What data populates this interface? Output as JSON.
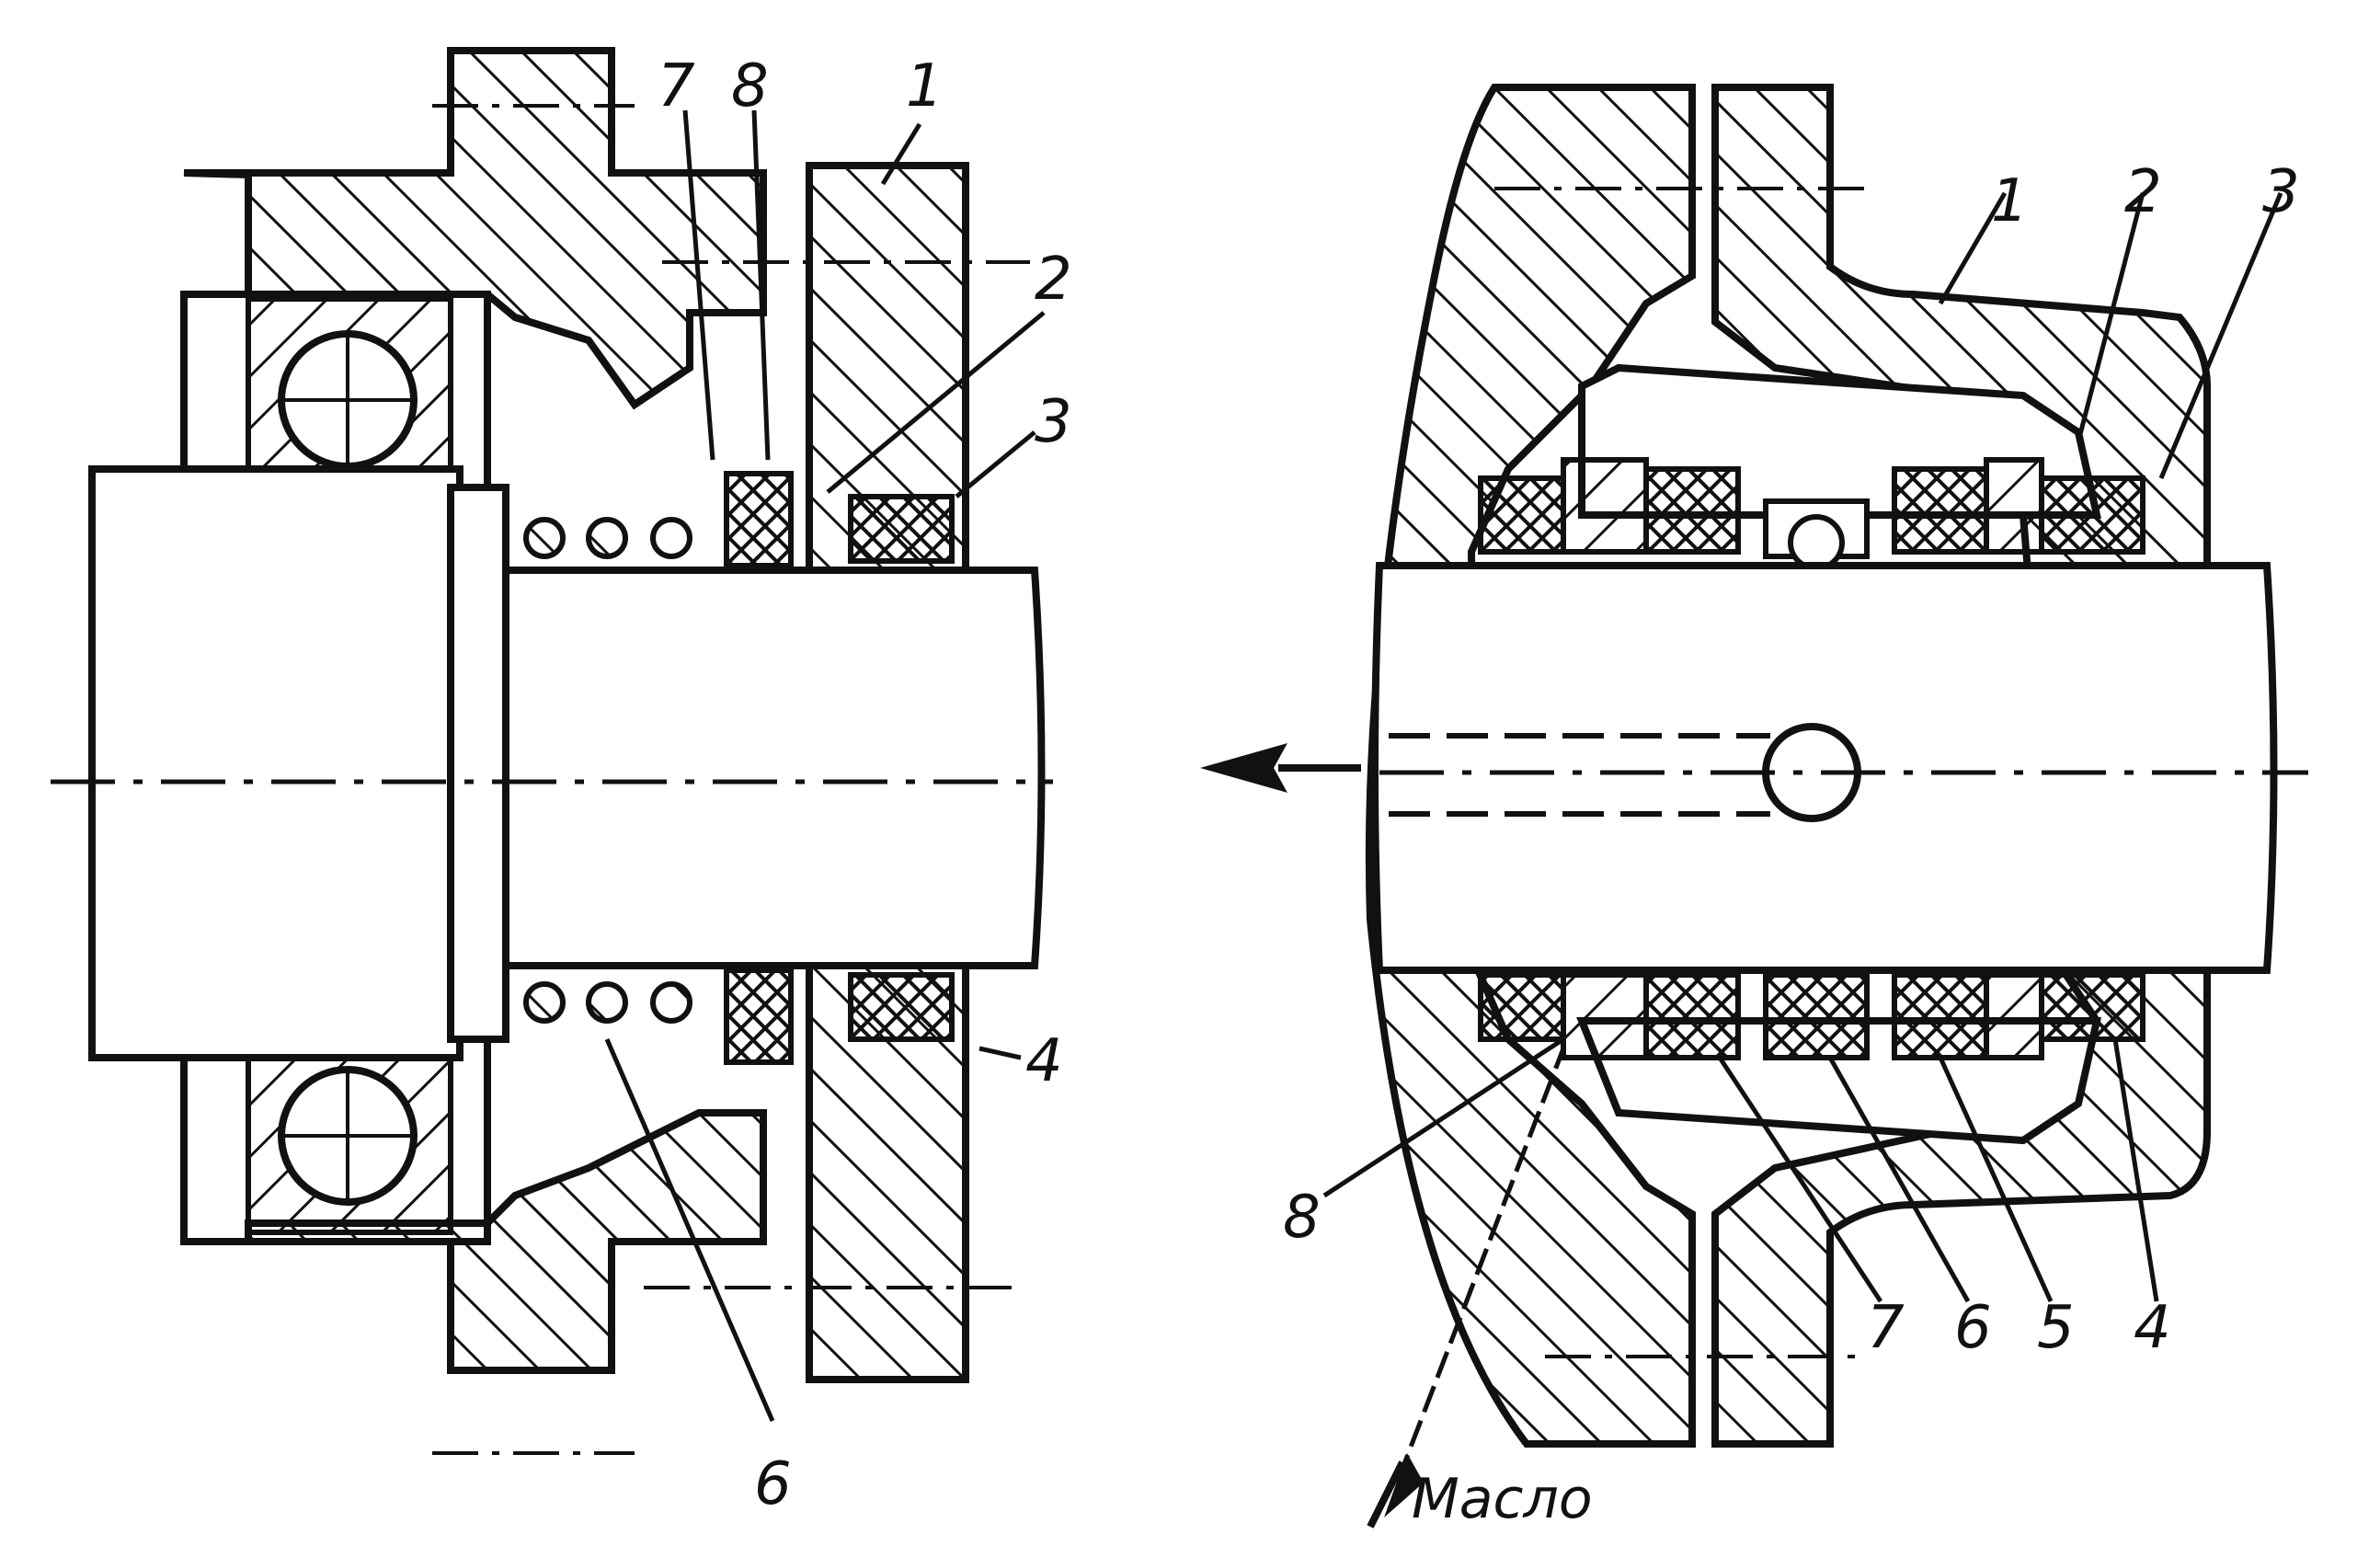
{
  "left_view": {
    "labels": [
      "7",
      "8",
      "1",
      "2",
      "3",
      "4",
      "6"
    ]
  },
  "right_view": {
    "labels": [
      "1",
      "2",
      "3",
      "8",
      "7",
      "6",
      "5",
      "4"
    ],
    "oil_label": "Масло"
  },
  "colors": {
    "ink": "#111111",
    "paper": "#ffffff"
  }
}
